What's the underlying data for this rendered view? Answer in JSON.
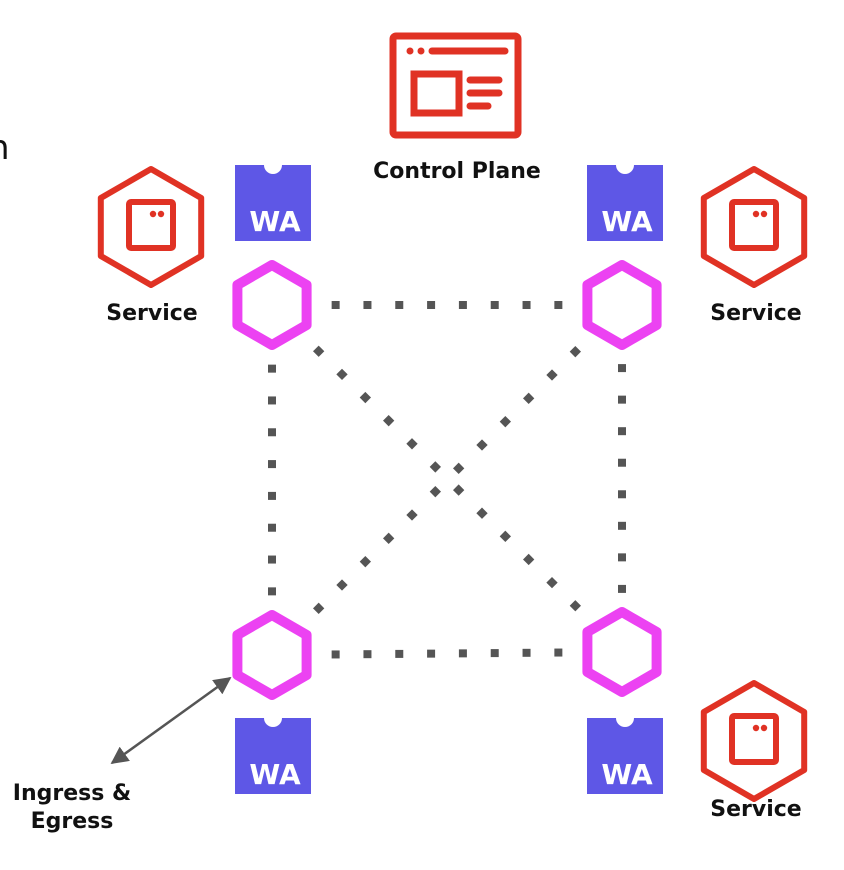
{
  "partial_text": "n",
  "control_plane": {
    "label": "Control Plane",
    "icon": "browser-window-icon"
  },
  "services": [
    {
      "label": "Service",
      "icon": "service-hexagon-icon",
      "position": "top-left"
    },
    {
      "label": "Service",
      "icon": "service-hexagon-icon",
      "position": "top-right"
    },
    {
      "label": "Service",
      "icon": "service-hexagon-icon",
      "position": "bottom-right"
    }
  ],
  "wa_badges": [
    {
      "text": "WA",
      "position": "top-left"
    },
    {
      "text": "WA",
      "position": "top-right"
    },
    {
      "text": "WA",
      "position": "bottom-left"
    },
    {
      "text": "WA",
      "position": "bottom-right"
    }
  ],
  "mesh_nodes": [
    "top-left",
    "top-right",
    "bottom-left",
    "bottom-right"
  ],
  "ingress": {
    "label_line1": "Ingress &",
    "label_line2": "Egress"
  },
  "colors": {
    "red": "#e03224",
    "magenta": "#ec42f2",
    "wa_purple": "#5e57e6",
    "connector": "#555555"
  }
}
